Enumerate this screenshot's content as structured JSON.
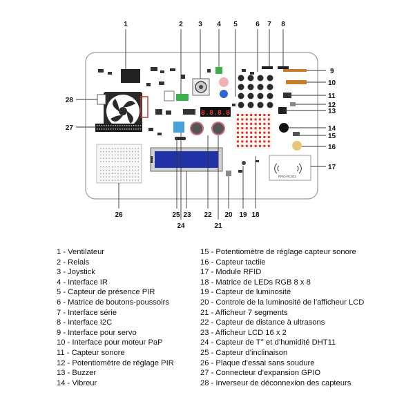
{
  "diagram": {
    "top_numbers": [
      "1",
      "2",
      "3",
      "4",
      "5",
      "6",
      "7",
      "8"
    ],
    "right_numbers": [
      "9",
      "10",
      "11",
      "12",
      "13",
      "14",
      "15",
      "16",
      "17"
    ],
    "bottom_numbers": [
      "18",
      "19",
      "20",
      "21",
      "22",
      "23",
      "24",
      "25",
      "26"
    ],
    "left_numbers": [
      "27",
      "28"
    ],
    "board_texts": {
      "rfid_label": "RFID-RC522",
      "segment_display": "8.8.8.8"
    }
  },
  "legend": {
    "left": [
      "1 - Ventilateur",
      "2 - Relais",
      "3 - Joystick",
      "4 - Interface IR",
      "5 - Capteur de présence PIR",
      "6 - Matrice de boutons-poussoirs",
      "7 - Interface série",
      "8 - Interface I2C",
      "9 - Interface pour servo",
      "10 - Interface pour moteur PaP",
      "11 - Capteur sonore",
      "12 - Potentiomètre de réglage PIR",
      "13 - Buzzer",
      "14 - Vibreur"
    ],
    "right": [
      "15 - Potentiomètre de réglage capteur sonore",
      "16 - Capteur tactile",
      "17 - Module RFID",
      "18 - Matrice de LEDs RGB 8 x 8",
      "19 - Capteur de luminosité",
      "20 - Controle de la luminosité de l’afficheur LCD",
      "21 - Afficheur 7 segments",
      "22 - Capteur de distance à ultrasons",
      "23 - Afficheur LCD 16 x 2",
      "24 - Capteur de T° et d’humidité DHT11",
      "25 - Capteur d’inclinaison",
      "26 - Plaque d’essai sans soudure",
      "27 - Connecteur d’expansion GPIO",
      "28 - Inverseur de déconnexion des capteurs"
    ]
  },
  "colors": {
    "board": "#ffffff",
    "board_border": "#9a9a9a",
    "line": "#333333",
    "lcd": "#2233a8",
    "led": "#d9322a",
    "segment": "#e03a3a",
    "dht11": "#4aa0d8",
    "green_connector": "#3cb04a",
    "touch_pad": "#e8c77a"
  }
}
